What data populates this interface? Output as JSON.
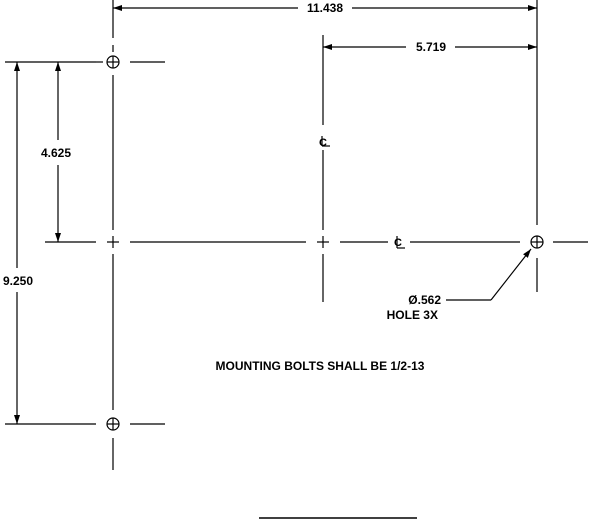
{
  "dimensions": {
    "overall_width": "11.438",
    "half_width": "5.719",
    "half_height": "4.625",
    "overall_height": "9.250"
  },
  "centerline_symbol": "CL",
  "hole_callout": {
    "diameter": "Ø.562",
    "count": "HOLE 3X"
  },
  "note": "MOUNTING BOLTS SHALL BE 1/2-13"
}
